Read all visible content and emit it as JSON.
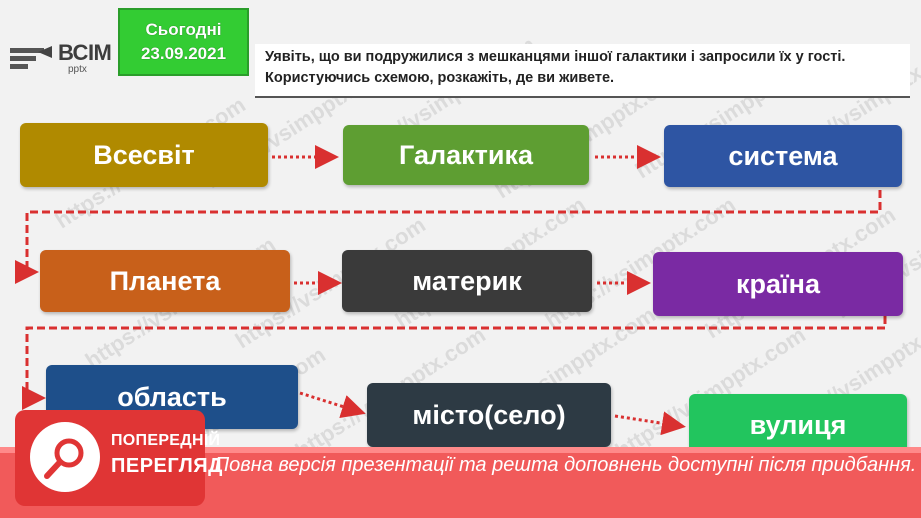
{
  "date_box": {
    "line1": "Сьогодні",
    "line2": "23.09.2021"
  },
  "logo": {
    "brand": "ВСІМ",
    "sub": "pptx"
  },
  "instruction": "Уявіть, що ви подружилися з мешканцями іншої галактики і запросили їх у гості.  Користуючись схемою, розкажіть, де ви живете.",
  "boxes": [
    {
      "label": "Всесвіт",
      "color": "#b08a00"
    },
    {
      "label": "Галактика",
      "color": "#5e9e32"
    },
    {
      "label": "система",
      "color": "#2e55a3"
    },
    {
      "label": "Планета",
      "color": "#c8601a"
    },
    {
      "label": "материк",
      "color": "#3a3a3a"
    },
    {
      "label": "країна",
      "color": "#7a2aa3"
    },
    {
      "label": "область",
      "color": "#1e4f8a"
    },
    {
      "label": "місто(село)",
      "color": "#2d3a44"
    },
    {
      "label": "вулиця",
      "color": "#22c55e"
    }
  ],
  "watermark_text": "https://vsimpptx.com",
  "banner": {
    "badge_line1": "ПОПЕРЕДНІЙ",
    "badge_line2": "ПЕРЕГЛЯД",
    "text": "Повна версія презентації та решта доповнень доступні після придбання."
  },
  "colors": {
    "banner": "#f15a5a",
    "badge": "#e03535",
    "arrow": "#d93030",
    "date_green": "#33cc33"
  }
}
